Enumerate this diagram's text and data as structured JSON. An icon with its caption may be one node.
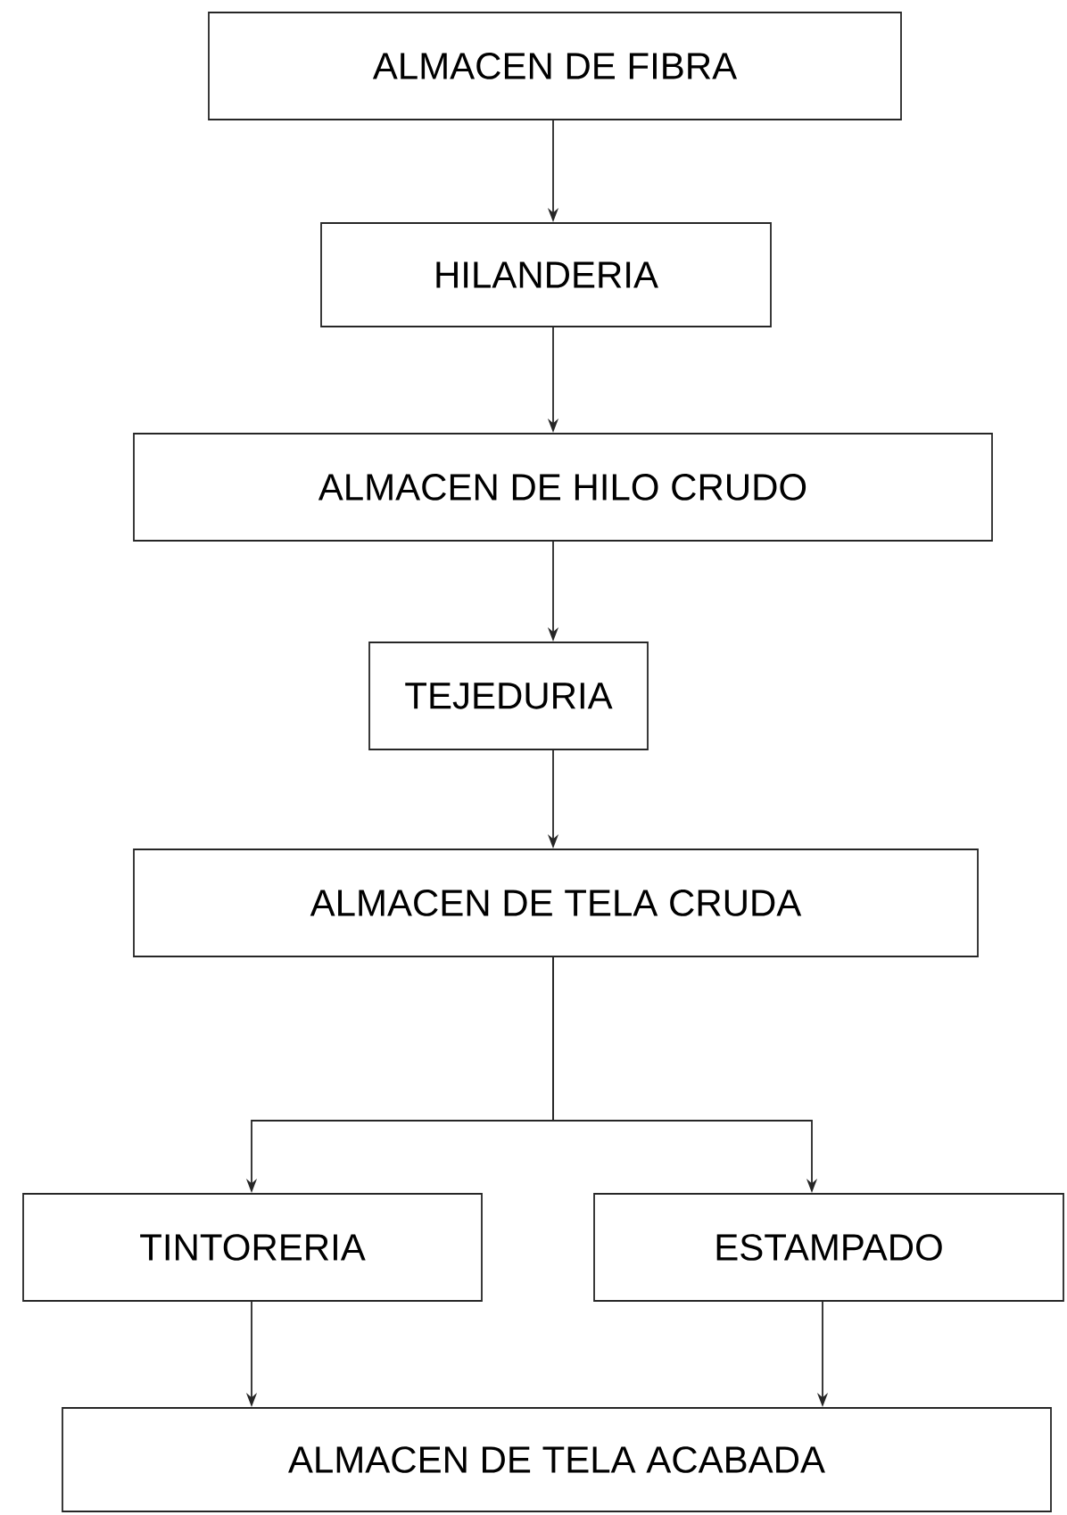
{
  "diagram": {
    "nodes": [
      {
        "text": [
          "ALMACEN DE FIBRA"
        ]
      },
      {
        "text": [
          "HILANDERIA"
        ]
      },
      {
        "text": [
          "ALMACEN DE HILO CRUDO"
        ]
      },
      {
        "text": [
          "TEJEDURIA"
        ]
      },
      {
        "text": [
          "ALMACEN DE TELA CRUDA"
        ]
      },
      {
        "text": [
          "TINTORERIA"
        ]
      },
      {
        "text": [
          "ESTAMPADO"
        ]
      },
      {
        "text": [
          "ALMACEN DE TELA  ACABADA"
        ]
      }
    ],
    "edges": [
      {
        "from": 0,
        "to": 1,
        "arrow": "to"
      },
      {
        "from": 1,
        "to": 2,
        "arrow": "to"
      },
      {
        "from": 2,
        "to": 3,
        "arrow": "to"
      },
      {
        "from": 3,
        "to": 4,
        "arrow": "to"
      },
      {
        "from": 4,
        "to": 5,
        "arrow": "to"
      },
      {
        "from": 4,
        "to": 6,
        "arrow": "to"
      },
      {
        "from": 5,
        "to": 7,
        "arrow": "to"
      },
      {
        "from": 6,
        "to": 7,
        "arrow": "to"
      }
    ]
  }
}
